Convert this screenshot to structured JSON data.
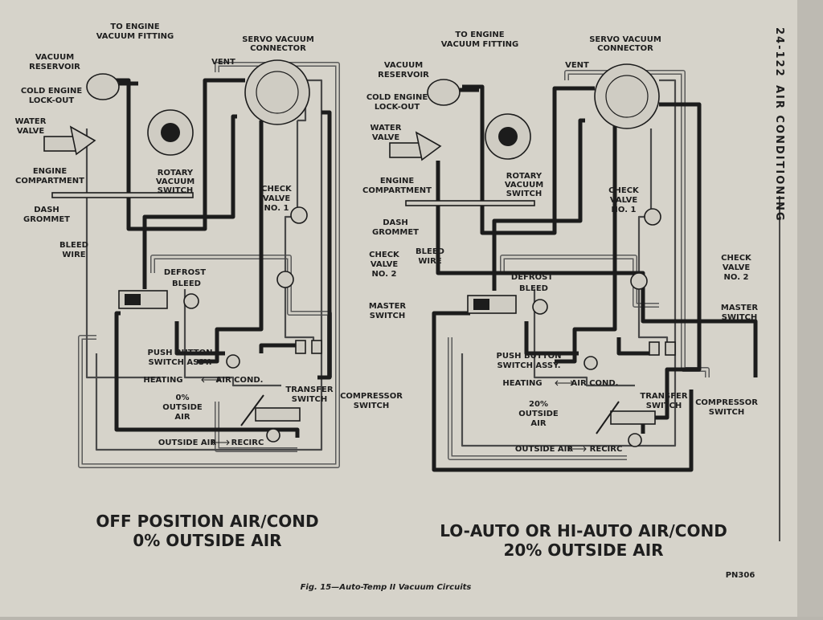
{
  "header": {
    "page_number": "24-122",
    "section_title": "AIR CONDITIONING"
  },
  "diagram_left": {
    "labels": {
      "to_engine": "TO ENGINE",
      "vacuum_fitting": "VACUUM FITTING",
      "servo_vacuum": "SERVO VACUUM",
      "connector": "CONNECTOR",
      "vacuum": "VACUUM",
      "reservoir": "RESERVOIR",
      "vent": "VENT",
      "cold_engine": "COLD ENGINE",
      "lock_out": "LOCK-OUT",
      "water": "WATER",
      "valve": "VALVE",
      "engine": "ENGINE",
      "compartment": "COMPARTMENT",
      "rotary": "ROTARY",
      "vacuum2": "VACUUM",
      "switch": "SWITCH",
      "dash": "DASH",
      "grommet": "GROMMET",
      "check_valve": "CHECK",
      "check_valve2": "VALVE",
      "no1": "NO. 1",
      "bleed": "BLEED",
      "wire": "WIRE",
      "defrost": "DEFROST",
      "bleed2": "BLEED",
      "check": "CHECK",
      "valve_no2": "VALVE",
      "no2": "NO. 2",
      "master": "MASTER",
      "master_switch": "SWITCH",
      "push_button": "PUSH BUTTON",
      "switch_assy": "SWITCH ASSY.",
      "heating": "HEATING",
      "air_cond": "AIR COND.",
      "percent": "0%",
      "outside": "OUTSIDE",
      "air": "AIR",
      "transfer": "TRANSFER",
      "transfer_switch": "SWITCH",
      "compressor": "COMPRESSOR",
      "compressor_switch": "SWITCH",
      "outside_air": "OUTSIDE AIR",
      "recirc": "RECIRC"
    },
    "title_line1": "OFF POSITION AIR/COND",
    "title_line2": "0% OUTSIDE AIR"
  },
  "diagram_right": {
    "labels": {
      "to_engine": "TO ENGINE",
      "vacuum_fitting": "VACUUM FITTING",
      "servo_vacuum": "SERVO VACUUM",
      "connector": "CONNECTOR",
      "vacuum": "VACUUM",
      "reservoir": "RESERVOIR",
      "vent": "VENT",
      "cold_engine": "COLD ENGINE",
      "lock_out": "LOCK-OUT",
      "water": "WATER",
      "valve": "VALVE",
      "engine": "ENGINE",
      "compartment": "COMPARTMENT",
      "rotary": "ROTARY",
      "vacuum2": "VACUUM",
      "switch": "SWITCH",
      "dash": "DASH",
      "grommet": "GROMMET",
      "check_valve": "CHECK",
      "check_valve2": "VALVE",
      "no1": "NO. 1",
      "bleed": "BLEED",
      "wire": "WIRE",
      "defrost": "DEFROST",
      "bleed2": "BLEED",
      "check": "CHECK",
      "valve_no2": "VALVE",
      "no2": "NO. 2",
      "master": "MASTER",
      "master_switch": "SWITCH",
      "push_button": "PUSH BUTTON",
      "switch_assy": "SWITCH ASSY.",
      "heating": "HEATING",
      "air_cond": "AIR COND.",
      "percent": "20%",
      "outside": "OUTSIDE",
      "air": "AIR",
      "transfer": "TRANSFER",
      "transfer_switch": "SWITCH",
      "compressor": "COMPRESSOR",
      "compressor_switch": "SWITCH",
      "outside_air": "OUTSIDE AIR",
      "recirc": "RECIRC"
    },
    "title_line1": "LO-AUTO OR HI-AUTO AIR/COND",
    "title_line2": "20% OUTSIDE AIR"
  },
  "footer": {
    "caption": "Fig. 15—Auto-Temp II Vacuum Circuits",
    "part_code": "PN306"
  },
  "colors": {
    "paper": "#d6d3ca",
    "ink": "#1c1c1c",
    "gutter": "#b9b6ae"
  }
}
